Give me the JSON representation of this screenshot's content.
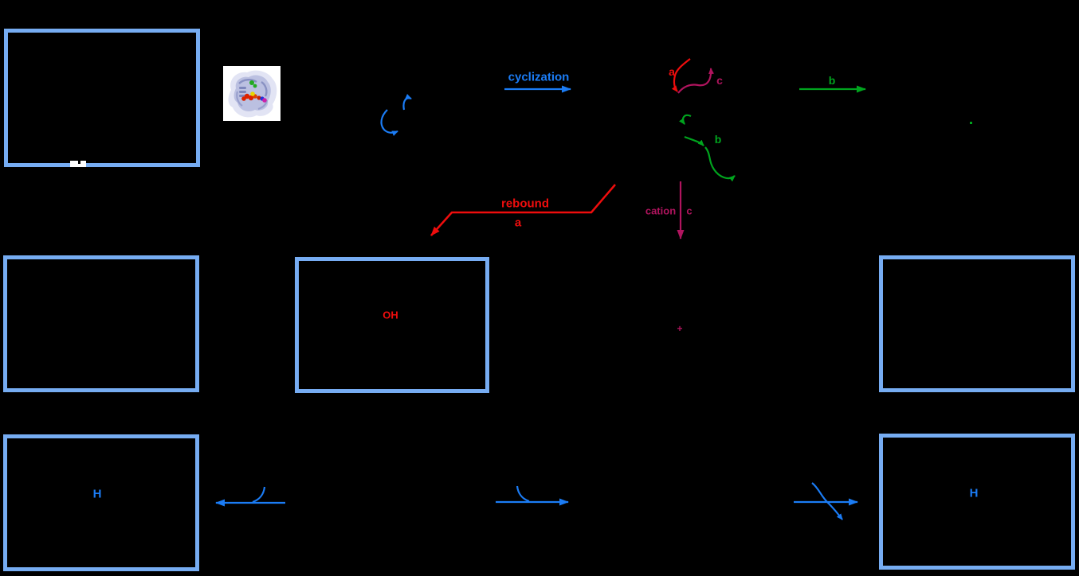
{
  "colors": {
    "background": "#000000",
    "box_border": "#76acf2",
    "blue": "#1b7cf5",
    "red": "#ee0d0d",
    "green": "#00a41e",
    "maroon": "#b0145e",
    "white": "#ffffff"
  },
  "labels": {
    "cyclization": "cyclization",
    "rebound": "rebound",
    "cation": "cation",
    "a_top": "a",
    "c_top": "c",
    "b_top": "b",
    "b_mid": "b",
    "a_rebound": "a",
    "c_cation": "c",
    "oh": "OH",
    "plus": "+",
    "h_bottom_left": "H",
    "h_bottom_right": "H"
  },
  "icons": {
    "protein_structure": "protein-structure-image"
  }
}
